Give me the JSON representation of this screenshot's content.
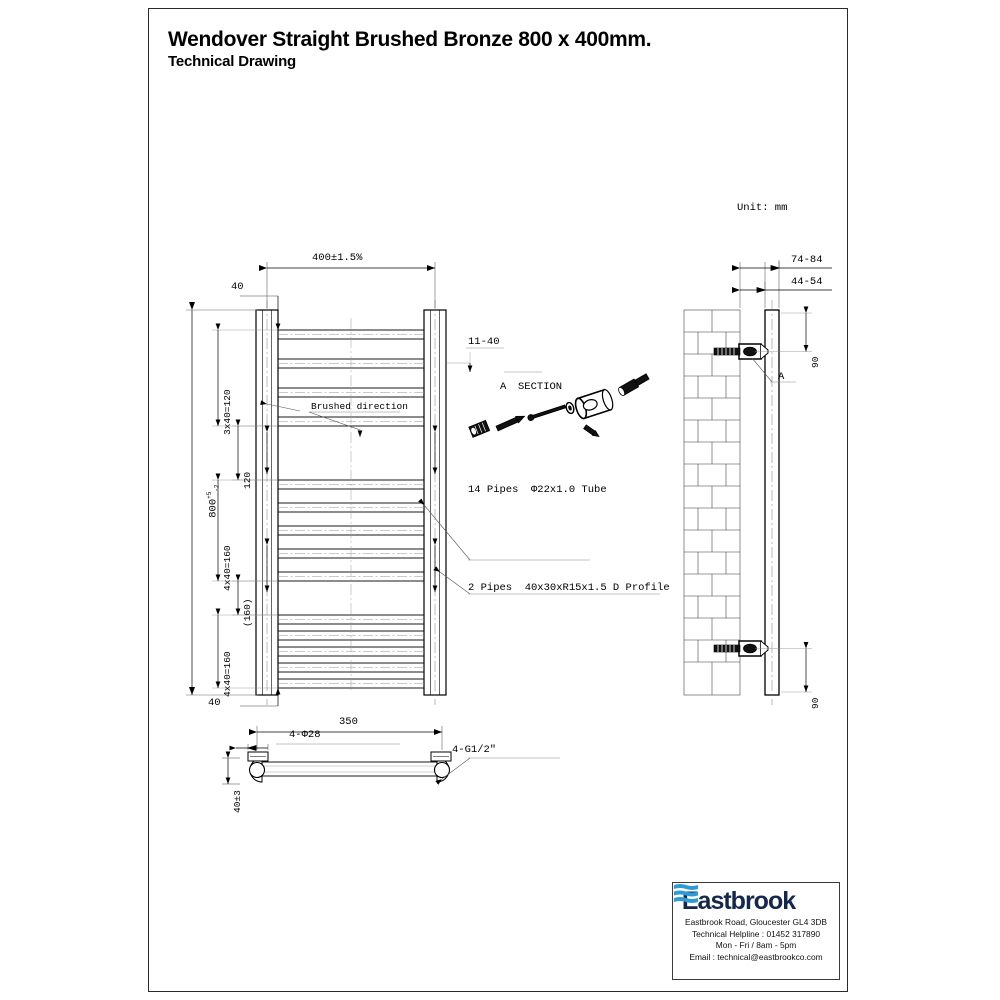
{
  "document": {
    "title_line1": "Wendover Straight Brushed Bronze 800 x 400mm.",
    "title_line2": "Technical Drawing",
    "unit_note": "Unit: mm"
  },
  "front_view": {
    "width_dim": "400±1.5%",
    "top_offset": "40",
    "bottom_offset": "40",
    "height_dim_value": "800",
    "height_dim_sup": "+5",
    "height_dim_sub": "-2",
    "group1": "3x40=120",
    "gap1": "120",
    "group2": "4x40=160",
    "gap2": "(160)",
    "group3": "4x40=160",
    "bar_count_label": "11-40",
    "brushed_direction": "Brushed direction",
    "pipes_note": "14 Pipes  Φ22x1.0 Tube",
    "profile_note": "2 Pipes  40x30xR15x1.5 D Profile"
  },
  "section_detail": {
    "callout_letter": "A",
    "label": "SECTION"
  },
  "side_view": {
    "dim_outer": "74-84",
    "dim_inner": "44-54",
    "bracket_top": "90",
    "bracket_bottom": "90",
    "callout_letter": "A"
  },
  "plan_view": {
    "length_dim": "350",
    "hole_note": "4-Φ28",
    "thread_note": "4-G1/2″",
    "depth_dim": "40±3"
  },
  "footer": {
    "brand": "Eastbrook",
    "address": "Eastbrook Road, Gloucester GL4 3DB",
    "helpline": "Technical Helpline : 01452 317890",
    "hours": "Mon - Fri / 8am - 5pm",
    "email": "Email : technical@eastbrookco.com",
    "brand_color": "#13284b",
    "logo_color": "#2e9bd6"
  }
}
